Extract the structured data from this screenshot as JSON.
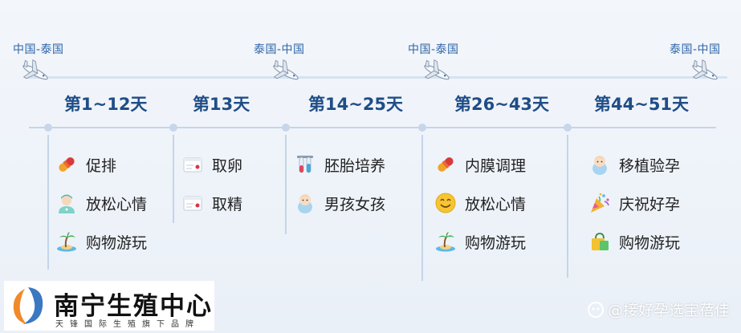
{
  "routes": [
    "中国-泰国",
    "泰国-中国",
    "中国-泰国",
    "泰国-中国"
  ],
  "phases": [
    {
      "label": "第1~12天",
      "items": [
        {
          "icon": "pill-icon",
          "text": "促排"
        },
        {
          "icon": "nurse-icon",
          "text": "放松心情"
        },
        {
          "icon": "island-icon",
          "text": "购物游玩"
        }
      ]
    },
    {
      "label": "第13天",
      "items": [
        {
          "icon": "syringe-icon",
          "text": "取卵"
        },
        {
          "icon": "syringe-icon",
          "text": "取精"
        }
      ]
    },
    {
      "label": "第14~25天",
      "items": [
        {
          "icon": "test-tube-icon",
          "text": "胚胎培养"
        },
        {
          "icon": "baby-icon",
          "text": "男孩女孩"
        }
      ]
    },
    {
      "label": "第26~43天",
      "items": [
        {
          "icon": "pill-icon",
          "text": "内膜调理"
        },
        {
          "icon": "smiley-icon",
          "text": "放松心情"
        },
        {
          "icon": "island-icon",
          "text": "购物游玩"
        }
      ]
    },
    {
      "label": "第44~51天",
      "items": [
        {
          "icon": "baby-icon",
          "text": "移植验孕"
        },
        {
          "icon": "party-popper-icon",
          "text": "庆祝好孕"
        },
        {
          "icon": "shopping-bag-icon",
          "text": "购物游玩"
        }
      ]
    }
  ],
  "logo": {
    "title": "南宁生殖中心",
    "subtitle": "天锋国际生殖旗下品牌"
  },
  "watermark": "@接好孕选宝蓓佳",
  "colors": {
    "accent": "#1f4d86",
    "route": "#2f66a8",
    "line": "#c5d5e8"
  }
}
